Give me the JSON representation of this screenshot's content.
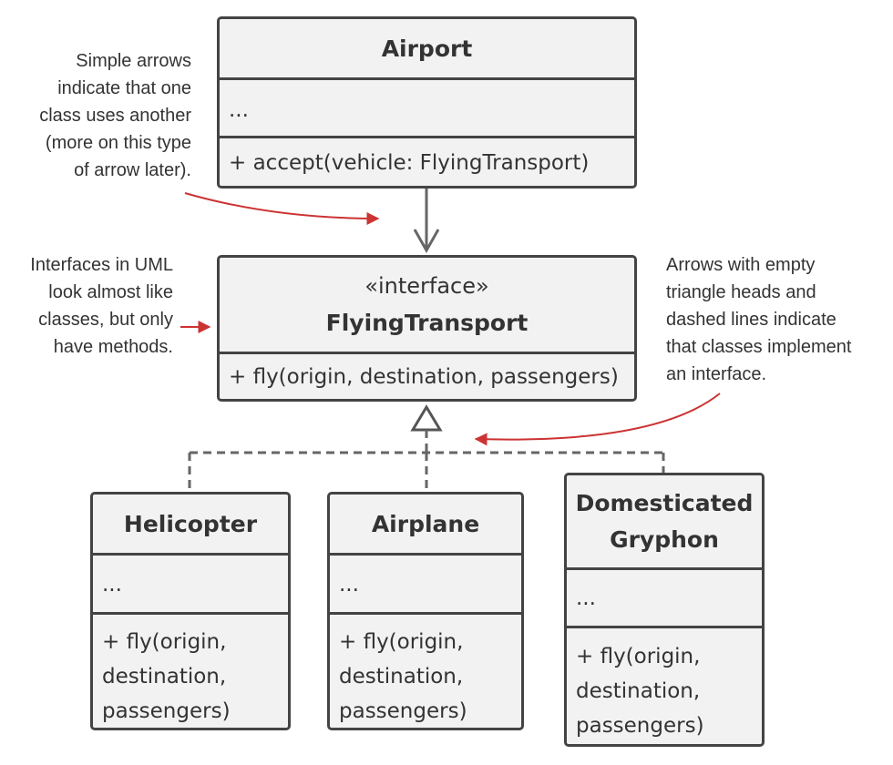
{
  "notes": {
    "uses_arrow": "Simple arrows\nindicate that one\nclass uses another\n(more on this type\nof arrow later).",
    "interfaces": "Interfaces in UML\nlook almost like\nclasses, but only\nhave methods.",
    "implements_arrow": "Arrows with empty\ntriangle heads and\ndashed lines indicate\nthat classes implement\nan interface."
  },
  "classes": {
    "airport": {
      "name": "Airport",
      "fields": "...",
      "method": "+ accept(vehicle: FlyingTransport)"
    },
    "flying_transport": {
      "stereotype": "«interface»",
      "name": "FlyingTransport",
      "method": "+ fly(origin, destination, passengers)"
    },
    "helicopter": {
      "name": "Helicopter",
      "fields": "...",
      "method": "+ fly(origin,\n   destination,\n   passengers)"
    },
    "airplane": {
      "name": "Airplane",
      "fields": "...",
      "method": "+ fly(origin,\n   destination,\n   passengers)"
    },
    "gryphon": {
      "name": "Domesticated\nGryphon",
      "fields": "...",
      "method": "+ fly(origin,\n   destination,\n   passengers)"
    }
  },
  "colors": {
    "border": "#444444",
    "fill": "#f2f2f2",
    "annotation_arrow": "#cc3333",
    "connector": "#666666"
  }
}
